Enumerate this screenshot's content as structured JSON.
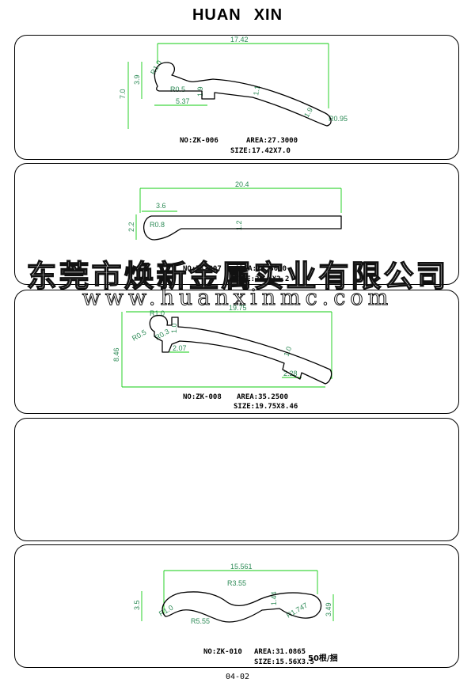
{
  "title": {
    "left": "HUAN",
    "right": "XIN"
  },
  "watermark": {
    "company": "东莞市焕新金属实业有限公司",
    "url": "www.huanxinmc.com"
  },
  "page_number": "04-02",
  "panels": [
    {
      "no": "NO:ZK-006",
      "area": "AREA:27.3000",
      "size": "SIZE:17.42X7.0",
      "dims": {
        "width": "17.42",
        "height": "7.0",
        "h1": "3.9",
        "r1": "R0.5",
        "r2": "R1.0",
        "w1": "5.37",
        "t1": "1.9",
        "t2": "1.1",
        "t3": "1.9",
        "r3": "R0.95"
      }
    },
    {
      "no": "NO:ZK-007",
      "area": "AREA:24.3000",
      "size": "SIZE:20.4X2.2",
      "dims": {
        "width": "20.4",
        "w1": "3.6",
        "h1": "2.2",
        "r1": "R0.8",
        "t1": "1.2"
      }
    },
    {
      "no": "NO:ZK-008",
      "area": "AREA:35.2500",
      "size": "SIZE:19.75X8.46",
      "dims": {
        "width": "19.75",
        "height": "8.46",
        "r1": "R1.0",
        "r2": "R0.5",
        "r3": "R0.3",
        "t1": "1.0",
        "w1": "2.07",
        "t2": "1.0",
        "w2": "2.28"
      }
    },
    {
      "empty": true
    },
    {
      "no": "NO:ZK-010",
      "area": "AREA:31.0865",
      "size": "SIZE:15.56X3.5",
      "qty": "50根/捆",
      "dims": {
        "width": "15.561",
        "height": "3.5",
        "r1": "R3.55",
        "r2": "R5.55",
        "r3": "R1.747",
        "t1": "1.44",
        "h2": "3.49",
        "r4": "R1.0"
      }
    }
  ]
}
